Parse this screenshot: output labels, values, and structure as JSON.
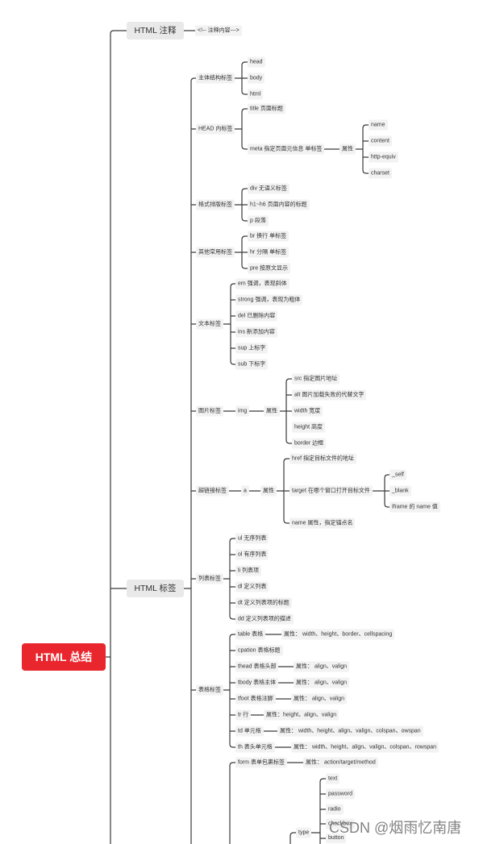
{
  "mindmap": {
    "root": "HTML 总结",
    "comment": {
      "label": "HTML 注释",
      "syntax": "<!-- 注释内容--->"
    },
    "tags": {
      "label": "HTML 标签",
      "structure": {
        "label": "主体结构标签",
        "items": [
          "head",
          "body",
          "html"
        ]
      },
      "head_inner": {
        "label": "HEAD 内标签",
        "title": "title 页面标题",
        "meta": "meta 指定页面元信息 单标签",
        "meta_attr_label": "属性",
        "meta_attrs": [
          "name",
          "content",
          "http-equiv",
          "charset"
        ]
      },
      "formatting": {
        "label": "格式排版标签",
        "items": [
          "div 无语义标签",
          "h1~h6 页面内容的标题",
          "p 段落"
        ]
      },
      "common": {
        "label": "其他常用标签",
        "items": [
          "br 换行 单标签",
          "hr 分隔 单标签",
          "pre 按原文显示"
        ]
      },
      "text": {
        "label": "文本标签",
        "items": [
          "em 强调，表现斜体",
          "strong 强调，表现为粗体",
          "del 已删除内容",
          "ins 新添加内容",
          "sup 上标字",
          "sub 下标字"
        ]
      },
      "image": {
        "label": "图片标签",
        "tag": "img",
        "attr_label": "属性",
        "attrs": [
          "src 指定图片地址",
          "alt 图片加载失败的代替文字",
          "width 宽度",
          "height 高度",
          "border 边框"
        ]
      },
      "link": {
        "label": "超链接标签",
        "tag": "a",
        "attr_label": "属性",
        "href": "href 指定目标文件的地址",
        "target": "target 在哪个窗口打开目标文件",
        "target_values": [
          "_self",
          "_blank",
          "iframe 的 name 值"
        ],
        "name": "name 属性，指定锚点名"
      },
      "list": {
        "label": "列表标签",
        "items": [
          "ul 无序列表",
          "ol 有序列表",
          "li 列表项",
          "dl 定义列表",
          "dt 定义列表项的标题",
          "dd 定义列表项的描述"
        ]
      },
      "table": {
        "label": "表格标签",
        "items": [
          {
            "tag": "table 表格",
            "attrs": "属性： width、height、border、cellspacing"
          },
          {
            "tag": "cpation 表格标题"
          },
          {
            "tag": "thead 表格头部",
            "attrs": "属性： align、valign"
          },
          {
            "tag": "tbody 表格主体",
            "attrs": "属性： align、valign"
          },
          {
            "tag": "tfoot 表格注脚",
            "attrs": "属性： align、valign"
          },
          {
            "tag": "tr 行",
            "attrs": "属性：height、align、valign"
          },
          {
            "tag": "td 单元格",
            "attrs": "属性： width、height、align、valign、colspan、owspan"
          },
          {
            "tag": "th 表头单元格",
            "attrs": "属性： width、height、align、valign、colspan、rowspan"
          }
        ]
      },
      "form": {
        "tag": "form 表单包裹标签",
        "attrs": "属性： action/target/method",
        "type_label": "type",
        "types": [
          "text",
          "password",
          "radio",
          "checkbox",
          "button"
        ]
      }
    }
  },
  "watermark": "CSDN @烟雨忆南唐",
  "colors": {
    "root_bg": "#e9262d",
    "root_text": "#ffffff",
    "branch_bg": "#e9e9e9",
    "node_bg": "#f2f2f2",
    "line": "#3a3a3a"
  }
}
